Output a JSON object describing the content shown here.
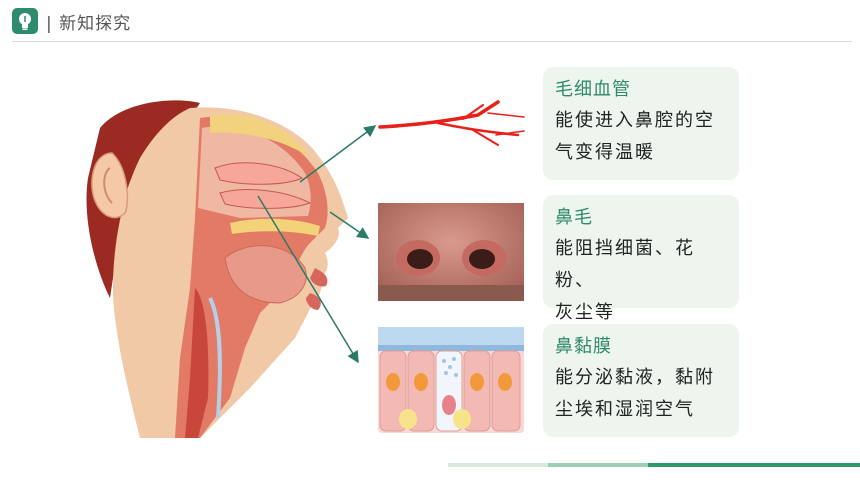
{
  "header": {
    "title": "| 新知探究",
    "logo_icon": "lightbulb-icon",
    "accent": "#2e8b6d"
  },
  "cards": [
    {
      "title": "毛细血管",
      "text_lines": [
        "能使进入鼻腔的空",
        "气变得温暖"
      ]
    },
    {
      "title": "鼻毛",
      "text_lines": [
        "能阻挡细菌、花粉、",
        "灰尘等"
      ]
    },
    {
      "title": "鼻黏膜",
      "text_lines": [
        "能分泌黏液，黏附",
        "尘埃和湿润空气"
      ]
    }
  ],
  "colors": {
    "card_bg": "#edf5ee",
    "card_title": "#2f8a6b",
    "arrow": "#2a7a68",
    "progress_light": "#b9dcc6",
    "progress_dark": "#2e9a6b"
  }
}
